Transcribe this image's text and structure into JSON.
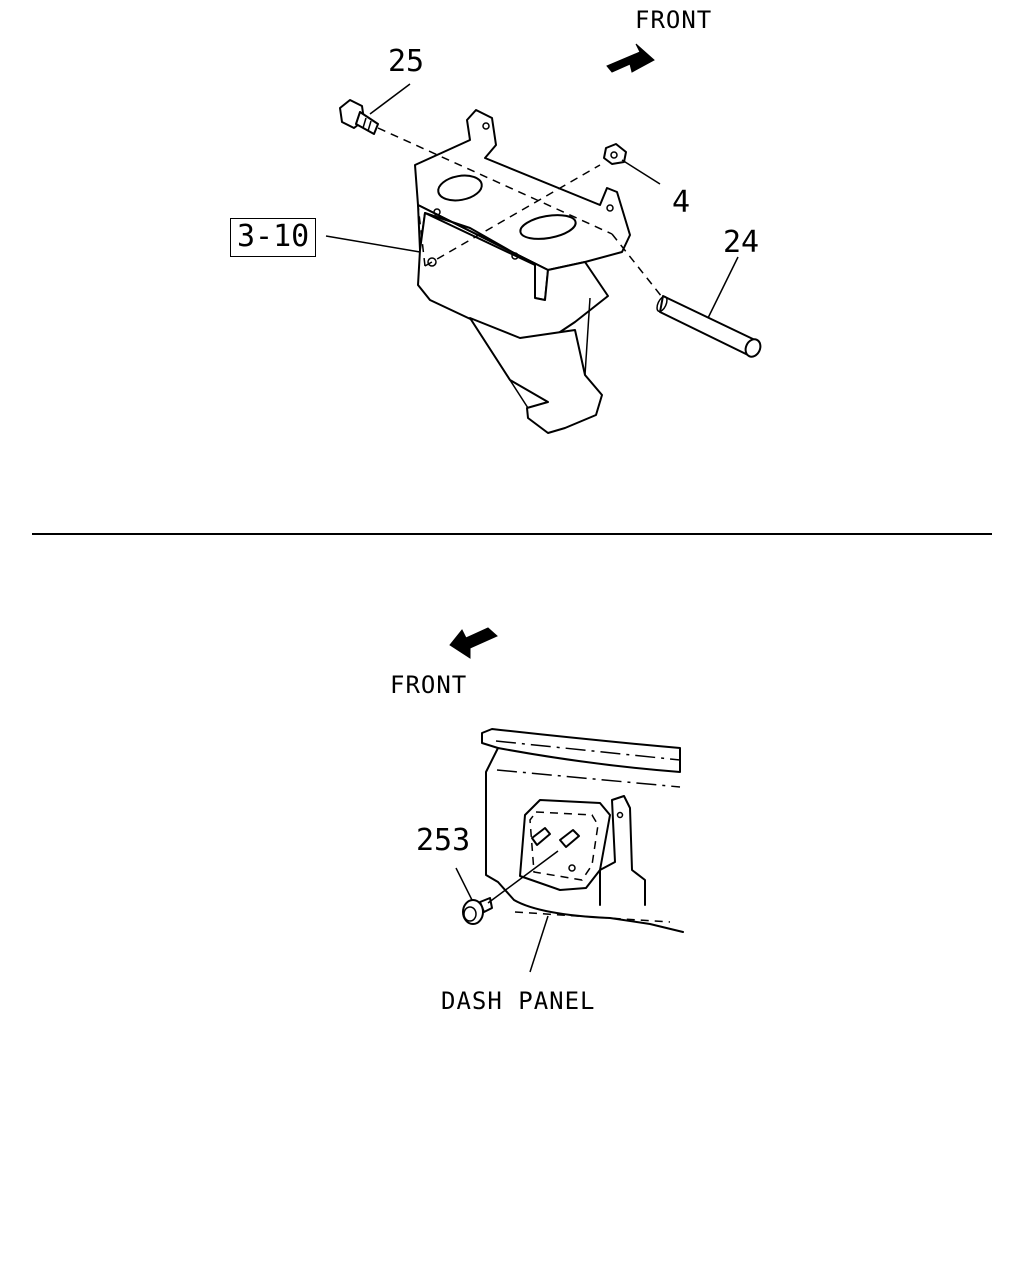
{
  "top_view": {
    "front_label": "FRONT",
    "callouts": {
      "bolt": "25",
      "bracket_ref": "3-10",
      "nut": "4",
      "spacer": "24"
    }
  },
  "bottom_view": {
    "front_label": "FRONT",
    "callouts": {
      "fastener": "253"
    },
    "panel_label": "DASH PANEL"
  },
  "colors": {
    "ink": "#000000",
    "paper": "#ffffff"
  }
}
